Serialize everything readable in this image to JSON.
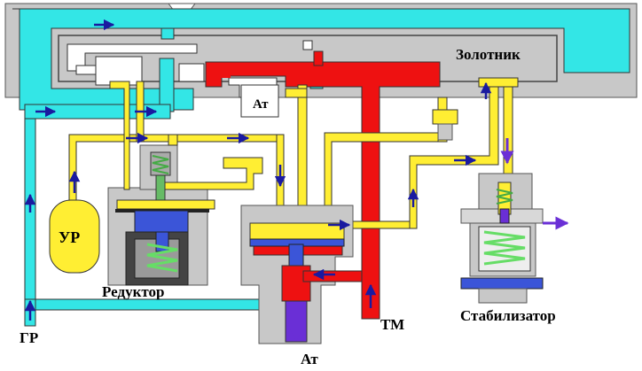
{
  "labels": {
    "spool": "Золотник",
    "atmosphere_top": "Ат",
    "equalizing_reservoir": "УР",
    "reducer": "Редуктор",
    "brake_line": "ТМ",
    "stabilizer": "Стабилизатор",
    "main_reservoir": "ГР",
    "atmosphere_bottom": "Ат"
  },
  "colors": {
    "body": "#c8c8c8",
    "main_reservoir_air": "#33e6e6",
    "brake_line_air": "#ee1111",
    "reduced_air": "#ffee33",
    "flow_arrow": "#1a1aa0",
    "discharge_arrow": "#6a2fd6",
    "spring": "#66dd66",
    "piston": "#3b55d8"
  }
}
